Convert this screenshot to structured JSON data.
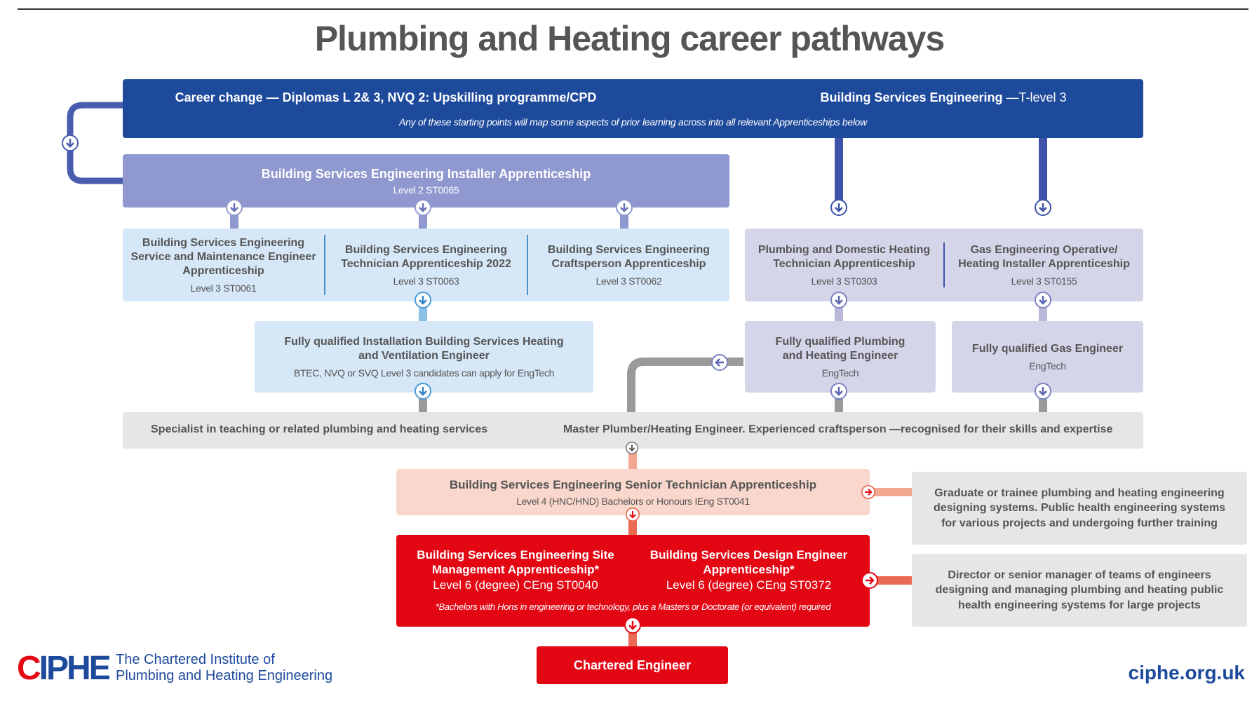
{
  "title": "Plumbing and Heating career pathways",
  "colors": {
    "dark_blue": "#1e4a9c",
    "mid_purple": "#8f98cf",
    "light_blue": "#d6e7f7",
    "lavender": "#d5d5ea",
    "grey": "#e6e6e6",
    "peach": "#f9d7cc",
    "red": "#e30613"
  },
  "top_banner": {
    "left": "Career change — Diplomas L 2& 3, NVQ 2: Upskilling programme/CPD",
    "right_bold": "Building Services Engineering",
    "right_normal": " —T-level 3",
    "note": "Any of these starting points will map some aspects of prior learning across into all relevant Apprenticeships below"
  },
  "installer": {
    "title": "Building Services Engineering Installer Apprenticeship",
    "sub": "Level 2 ST0065"
  },
  "level3_blue": [
    {
      "title": "Building Services Engineering Service and Maintenance Engineer Apprenticeship",
      "sub": "Level 3 ST0061"
    },
    {
      "title": "Building Services Engineering Technician Apprenticeship 2022",
      "sub": "Level 3 ST0063"
    },
    {
      "title": "Building Services Engineering Craftsperson Apprenticeship",
      "sub": "Level 3 ST0062"
    }
  ],
  "level3_lavender": [
    {
      "title": "Plumbing and Domestic Heating Technician Apprenticeship",
      "sub": "Level 3 ST0303"
    },
    {
      "title": "Gas Engineering Operative/ Heating Installer Apprenticeship",
      "sub": "Level 3 ST0155"
    }
  ],
  "fq_installation": {
    "title": "Fully qualified Installation Building Services Heating and Ventilation Engineer",
    "sub": "BTEC, NVQ or SVQ Level 3 candidates can apply for EngTech"
  },
  "fq_plumbing": {
    "title": "Fully qualified Plumbing and Heating Engineer",
    "sub": "EngTech"
  },
  "fq_gas": {
    "title": "Fully qualified Gas Engineer",
    "sub": "EngTech"
  },
  "grey_bar": {
    "left": "Specialist in teaching or related plumbing and heating services",
    "right": "Master Plumber/Heating Engineer. Experienced craftsperson —recognised for their skills and expertise"
  },
  "senior": {
    "title": "Building Services Engineering Senior Technician Apprenticeship",
    "sub": "Level 4 (HNC/HND) Bachelors or Honours IEng ST0041"
  },
  "red_box": {
    "left_title": "Building Services Engineering Site Management Apprenticeship*",
    "left_sub": "Level 6 (degree) CEng ST0040",
    "right_title": "Building Services Design Engineer Apprenticeship*",
    "right_sub": "Level 6 (degree) CEng ST0372",
    "note": "*Bachelors with Hons in engineering or technology, plus a Masters or Doctorate (or equivalent) required"
  },
  "side_graduate": "Graduate or trainee plumbing and heating engineering designing systems. Public health engineering systems for various projects and undergoing further training",
  "side_director": "Director or senior manager of teams of engineers designing and managing plumbing and heating public health engineering systems for large projects",
  "chartered": "Chartered Engineer",
  "footer": {
    "logo": "CIPHE",
    "org_line1": "The Chartered Institute of",
    "org_line2": "Plumbing and Heating Engineering",
    "url": "ciphe.org.uk"
  },
  "icons": [
    "arrow-down-icon",
    "arrow-left-icon",
    "arrow-right-icon"
  ]
}
